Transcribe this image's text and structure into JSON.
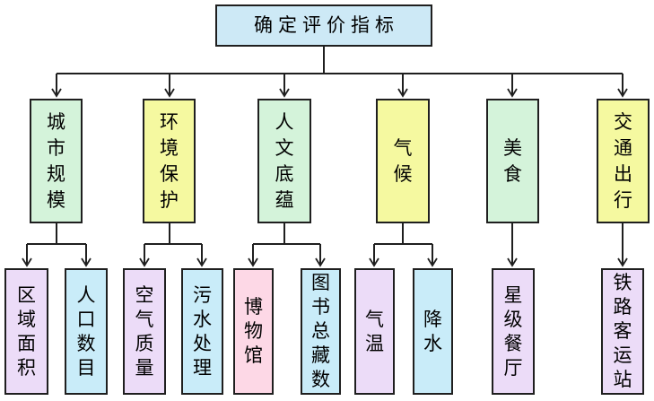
{
  "palette": {
    "root_blue": "#cde9f6",
    "green": "#d4f3da",
    "yellow": "#f5f9a0",
    "lavender": "#ecdcf8",
    "blue": "#c9ecf9",
    "pink": "#fdd8e6",
    "line": "#1f1f1f"
  },
  "diagram": {
    "type": "flowchart-tree",
    "root": {
      "label": "确定评价指标",
      "color": "root_blue"
    },
    "branches": [
      {
        "label": "城市规模",
        "color": "green",
        "children": [
          {
            "label": "区域面积",
            "color": "lavender"
          },
          {
            "label": "人口数目",
            "color": "blue"
          }
        ]
      },
      {
        "label": "环境保护",
        "color": "yellow",
        "children": [
          {
            "label": "空气质量",
            "color": "lavender"
          },
          {
            "label": "污水处理",
            "color": "blue"
          }
        ]
      },
      {
        "label": "人文底蕴",
        "color": "green",
        "children": [
          {
            "label": "博物馆",
            "color": "pink"
          },
          {
            "label": "图书总藏数",
            "color": "blue"
          }
        ]
      },
      {
        "label": "气候",
        "color": "yellow",
        "children": [
          {
            "label": "气温",
            "color": "lavender"
          },
          {
            "label": "降水",
            "color": "blue"
          }
        ]
      },
      {
        "label": "美食",
        "color": "green",
        "children": [
          {
            "label": "星级餐厅",
            "color": "lavender"
          }
        ]
      },
      {
        "label": "交通出行",
        "color": "yellow",
        "children": [
          {
            "label": "铁路客运站",
            "color": "lavender"
          }
        ]
      }
    ]
  }
}
